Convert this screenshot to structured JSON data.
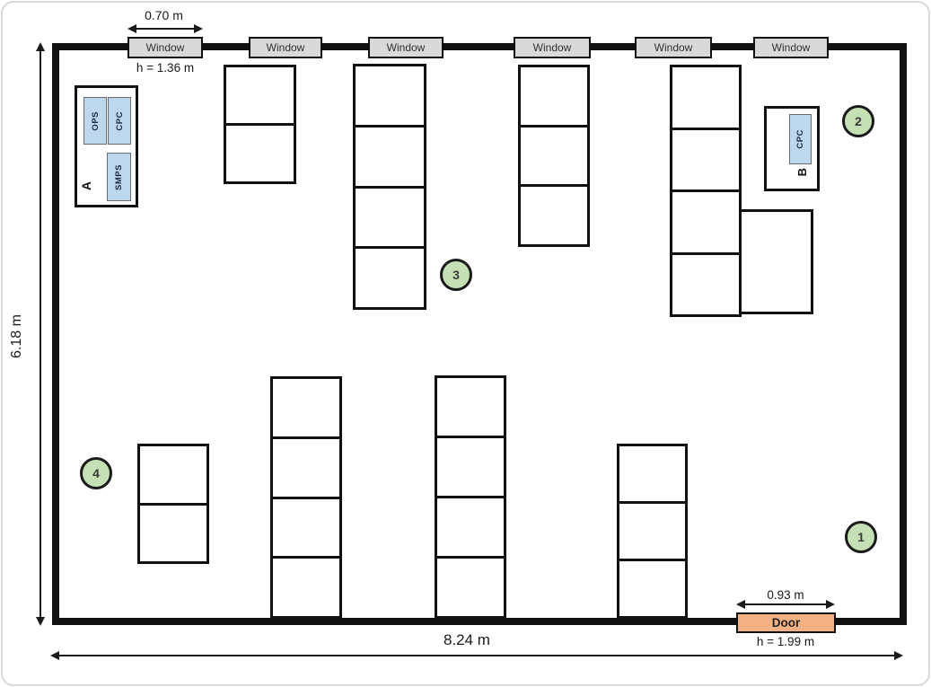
{
  "diagram": {
    "type": "room-floor-plan",
    "room": {
      "width": "8.24 m",
      "height": "6.18 m"
    },
    "window": {
      "label": "Window",
      "count": 6,
      "width": "0.70 m",
      "height": "h = 1.36 m"
    },
    "door": {
      "label": "Door",
      "width": "0.93 m",
      "height": "h = 1.99 m"
    },
    "stations": {
      "a": {
        "label": "A",
        "device1": "OPS",
        "device2": "CPC",
        "device3": "SMPS"
      },
      "b": {
        "label": "B",
        "device1": "CPC"
      }
    },
    "markers": {
      "m1": "1",
      "m2": "2",
      "m3": "3",
      "m4": "4"
    },
    "colors": {
      "wall": "#111111",
      "window_fill": "#d9d9d9",
      "door_fill": "#f4b183",
      "device_fill": "#bdd7ee",
      "marker_fill": "#c5e0b4"
    }
  }
}
